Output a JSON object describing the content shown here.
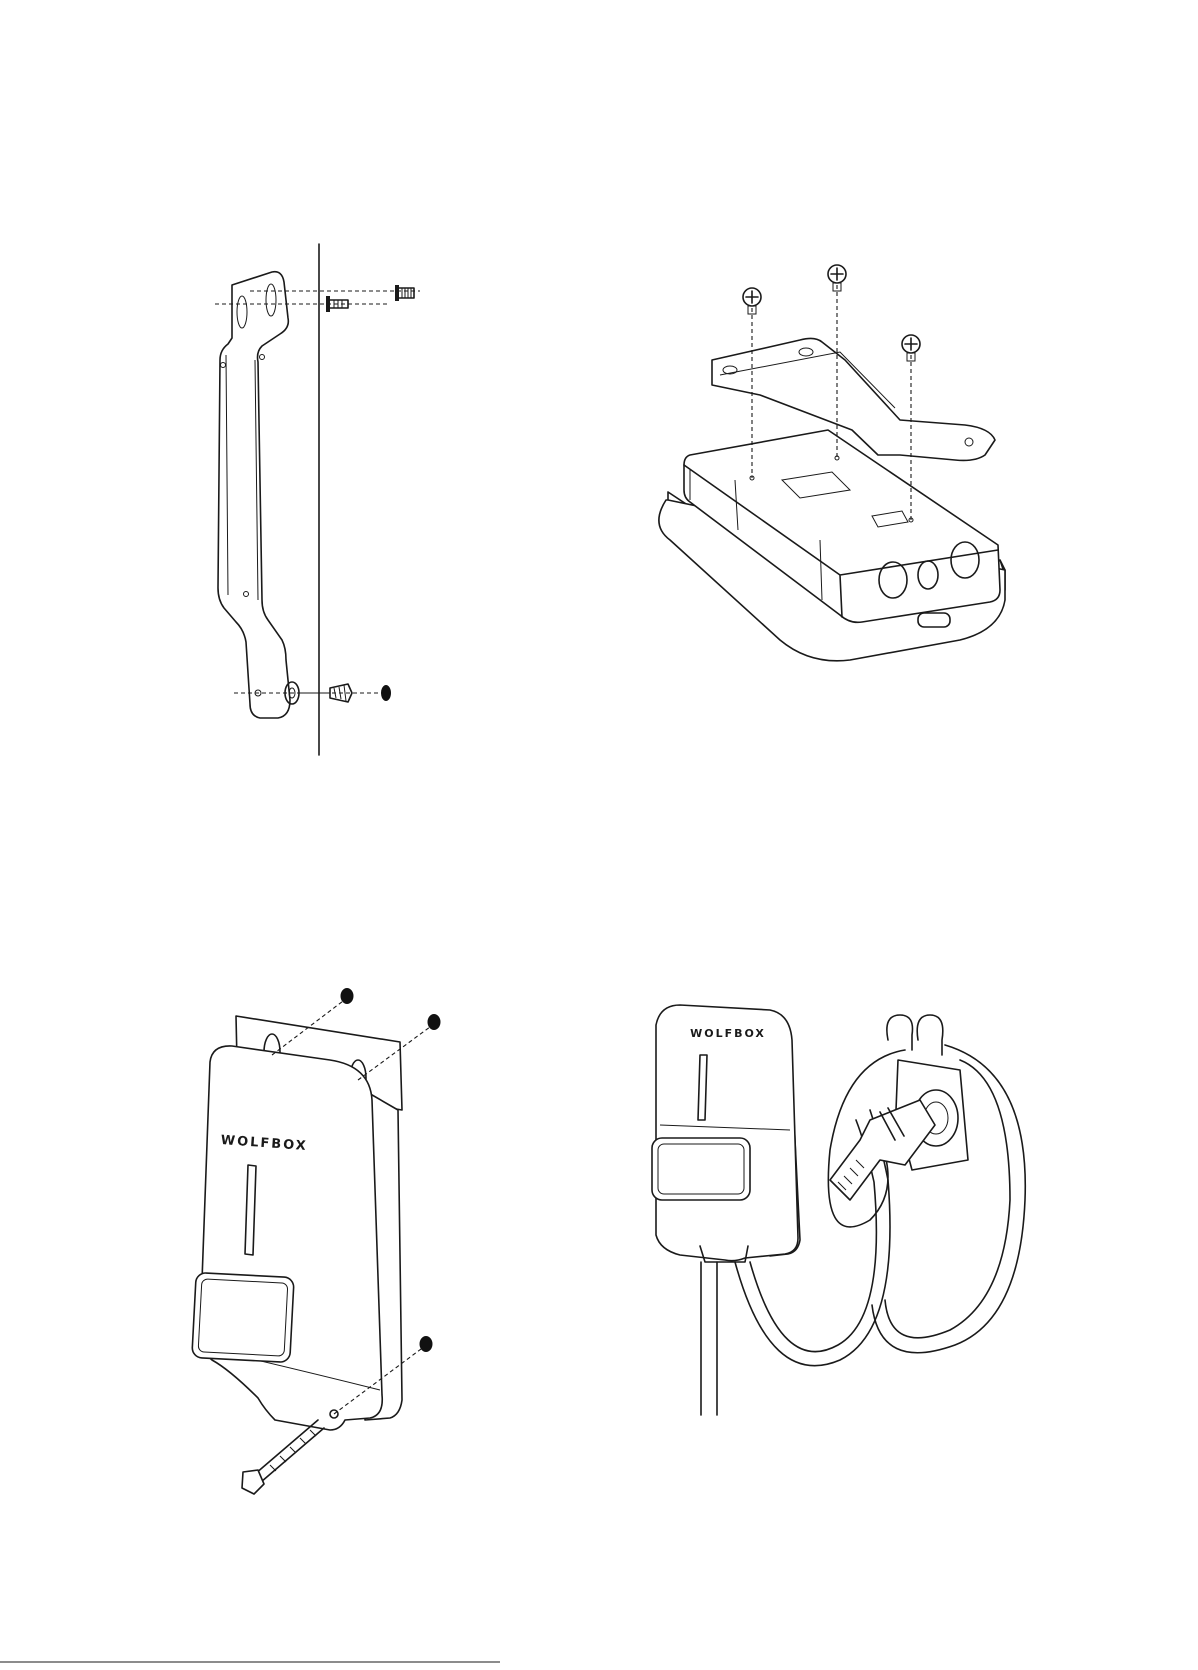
{
  "figures": [
    {
      "id": "step-1",
      "subject": "mounting-plate-on-wall"
    },
    {
      "id": "step-2",
      "subject": "plate-screwed-to-charger-back"
    },
    {
      "id": "step-3",
      "subject": "charger-hung-on-plate"
    },
    {
      "id": "step-4",
      "subject": "charger-with-holster-and-cable"
    }
  ],
  "brand_label_1": "WOLFBOX",
  "brand_label_2": "WOLFBOX",
  "colors": {
    "ink": "#1a1a1a",
    "marker": "#111111",
    "paper": "#ffffff"
  }
}
